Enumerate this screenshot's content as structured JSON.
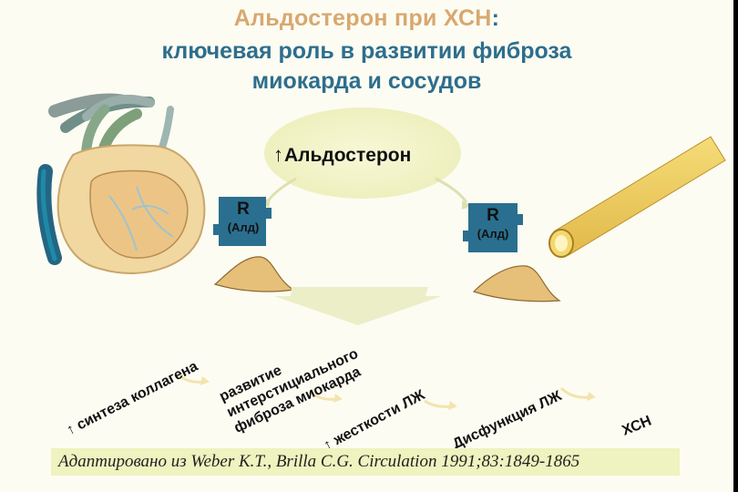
{
  "title": {
    "line1_text": "Альдостерон при ХСН",
    "line1_colon": ":",
    "line2": "ключевая роль в развитии фиброза",
    "line3": "миокарда и сосудов"
  },
  "aldosterone": {
    "arrow": "↑",
    "label": "Альдостерон"
  },
  "receptor_left": {
    "r": "R",
    "ald": "(Алд)"
  },
  "receptor_right": {
    "r": "R",
    "ald": "(Алд)"
  },
  "chain": {
    "step1": {
      "arrow": "↑",
      "label": "синтеза коллагена"
    },
    "step2": {
      "line1": "развитие",
      "line2": "интерстициального",
      "line3": "фиброза миокарда"
    },
    "step3": {
      "arrow": "↑",
      "label": "жесткости ЛЖ"
    },
    "step4": {
      "label": "Дисфункция ЛЖ"
    },
    "step5": {
      "label": "ХСН"
    }
  },
  "citation": "Адаптировано из Weber K.T., Brilla C.G. Circulation 1991;83:1849-1865",
  "colors": {
    "title_top": "#d8a870",
    "title_bottom": "#2d6e8e",
    "receptor": "#2a6f8f",
    "cloud": "#f3f3c6",
    "cell": "#e6bf78",
    "vessel": "#f0d36a",
    "citation_bg": "#eef3bf"
  },
  "icons": [
    "heart-icon",
    "vessel-icon",
    "cell-icon",
    "arrow-icon"
  ]
}
